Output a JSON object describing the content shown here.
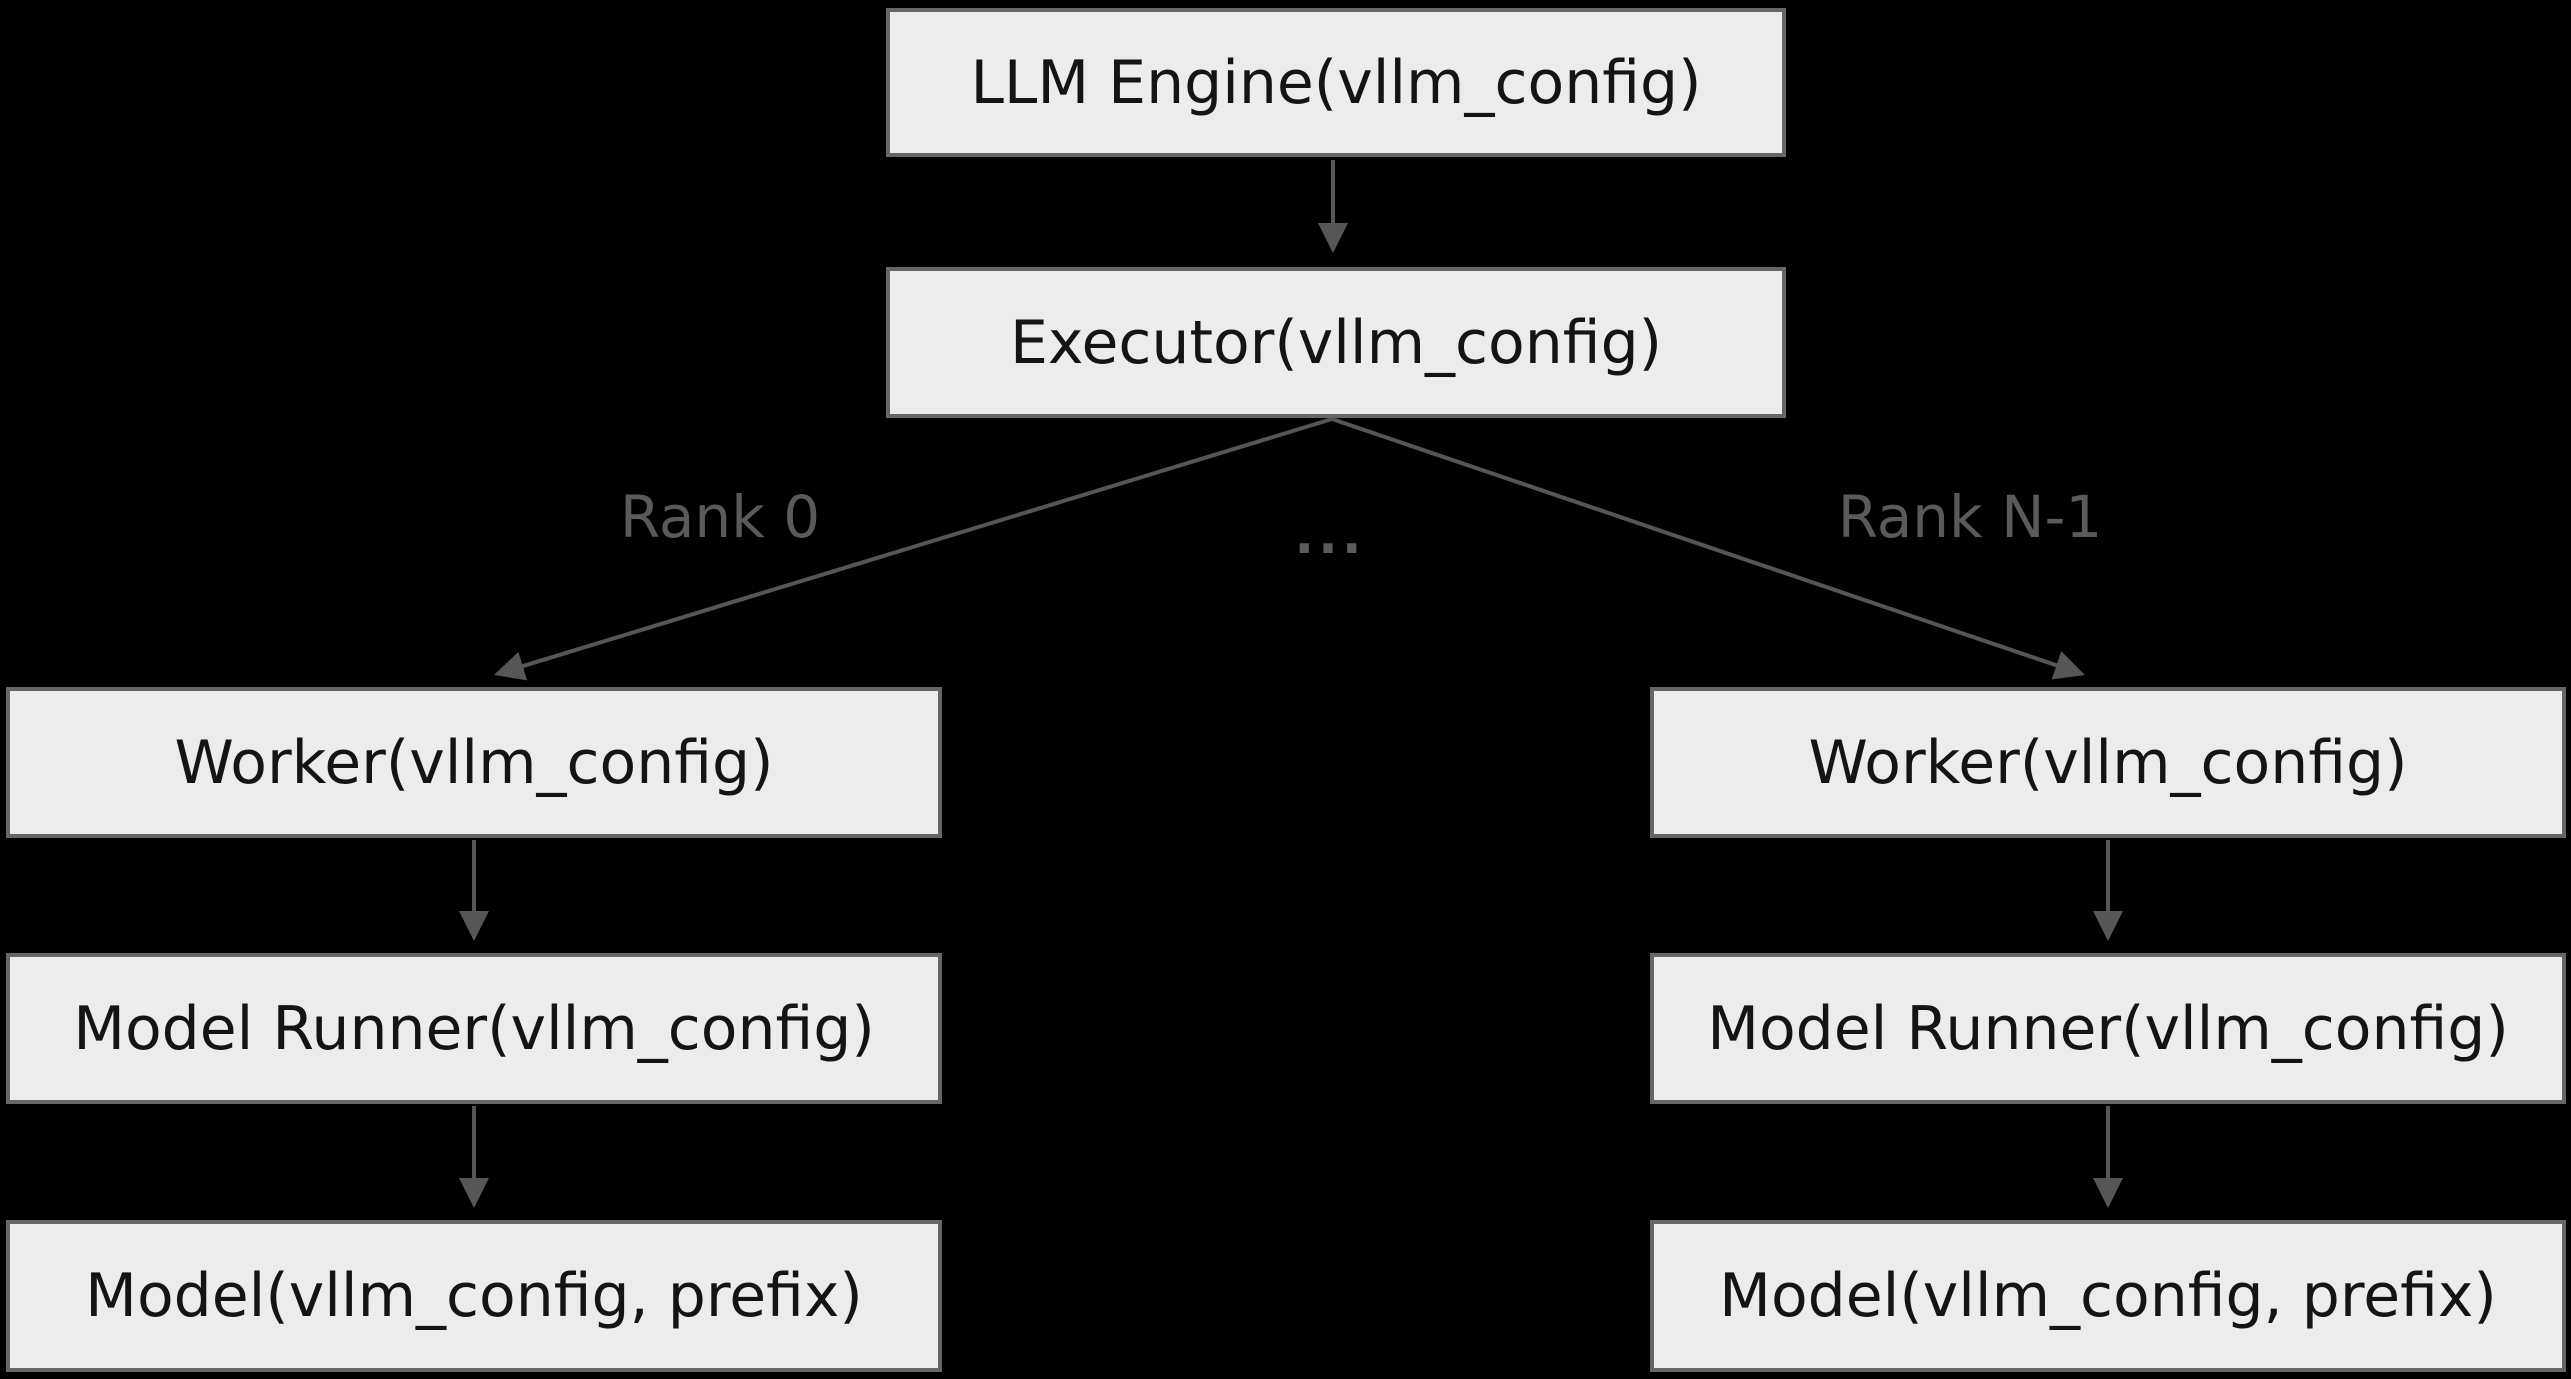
{
  "diagram": {
    "title": "vLLM engine architecture flowchart",
    "colors": {
      "background": "#000000",
      "node_fill": "#ececec",
      "node_border": "#666666",
      "node_text": "#141414",
      "edge_stroke": "#565656",
      "edge_label_text": "#5a5a5a"
    },
    "nodes": {
      "engine": {
        "label": "LLM Engine(vllm_config)"
      },
      "executor": {
        "label": "Executor(vllm_config)"
      },
      "worker_left": {
        "label": "Worker(vllm_config)"
      },
      "runner_left": {
        "label": "Model Runner(vllm_config)"
      },
      "model_left": {
        "label": "Model(vllm_config, prefix)"
      },
      "worker_right": {
        "label": "Worker(vllm_config)"
      },
      "runner_right": {
        "label": "Model Runner(vllm_config)"
      },
      "model_right": {
        "label": "Model(vllm_config, prefix)"
      }
    },
    "edge_labels": {
      "rank0": "Rank 0",
      "rankN": "Rank N-1",
      "ellipsis": "..."
    },
    "edges": [
      {
        "from": "engine",
        "to": "executor"
      },
      {
        "from": "executor",
        "to": "worker_left",
        "label": "Rank 0"
      },
      {
        "from": "executor",
        "to": "worker_right",
        "label": "Rank N-1"
      },
      {
        "from": "worker_left",
        "to": "runner_left"
      },
      {
        "from": "runner_left",
        "to": "model_left"
      },
      {
        "from": "worker_right",
        "to": "runner_right"
      },
      {
        "from": "runner_right",
        "to": "model_right"
      }
    ]
  }
}
